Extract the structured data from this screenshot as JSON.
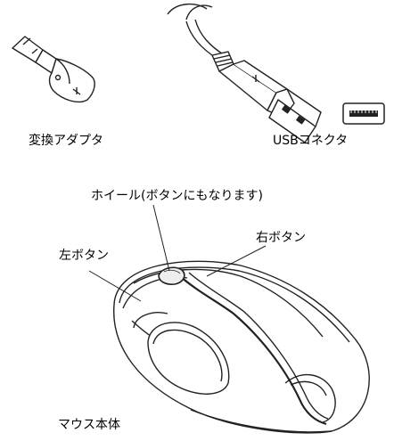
{
  "labels": {
    "adapter": "変換アダプタ",
    "usb_connector": "USBコネクタ",
    "wheel": "ホイール(ボタンにもなります)",
    "right_button": "右ボタン",
    "left_button": "左ボタン",
    "mouse_body": "マウス本体"
  }
}
